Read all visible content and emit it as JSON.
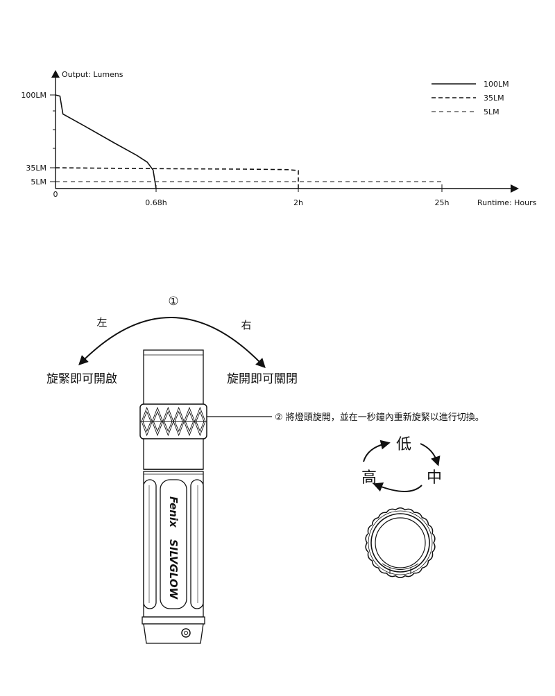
{
  "chart_data": {
    "type": "line",
    "ylabel": "Output: Lumens",
    "xlabel": "Runtime: Hours",
    "x_tick_labels": [
      "0",
      "0.68h",
      "2h",
      "25h"
    ],
    "y_tick_labels": [
      "100LM",
      "35LM",
      "5LM"
    ],
    "x_scale": "non-linear (tick positions 0, 0.68h, 2h, 25h)",
    "grid": false,
    "legend_position": "top-right",
    "series": [
      {
        "name": "100LM",
        "style": "solid",
        "x": [
          0,
          0.03,
          0.05,
          0.2,
          0.4,
          0.55,
          0.62,
          0.66,
          0.68
        ],
        "y": [
          100,
          99,
          83,
          72,
          57,
          46,
          40,
          30,
          0
        ]
      },
      {
        "name": "35LM",
        "style": "dashed-bold",
        "x": [
          0,
          0.68,
          1.5,
          1.9,
          2.0,
          2.0
        ],
        "y": [
          35,
          33,
          32,
          31,
          29,
          0
        ]
      },
      {
        "name": "5LM",
        "style": "dashed-thin",
        "x": [
          0,
          2,
          25,
          25
        ],
        "y": [
          5,
          5,
          5,
          0
        ]
      }
    ]
  },
  "instructions": {
    "step1_marker": "①",
    "left_direction": "左",
    "right_direction": "右",
    "left_action": "旋緊即可開啟",
    "right_action": "旋開即可關閉",
    "step2_text": "② 將燈頭旋開，並在一秒鐘內重新旋緊以進行切換。"
  },
  "mode_cycle": {
    "low": "低",
    "medium": "中",
    "high": "高"
  },
  "flashlight": {
    "brand": "Fenix",
    "model": "SILVGLOW"
  }
}
